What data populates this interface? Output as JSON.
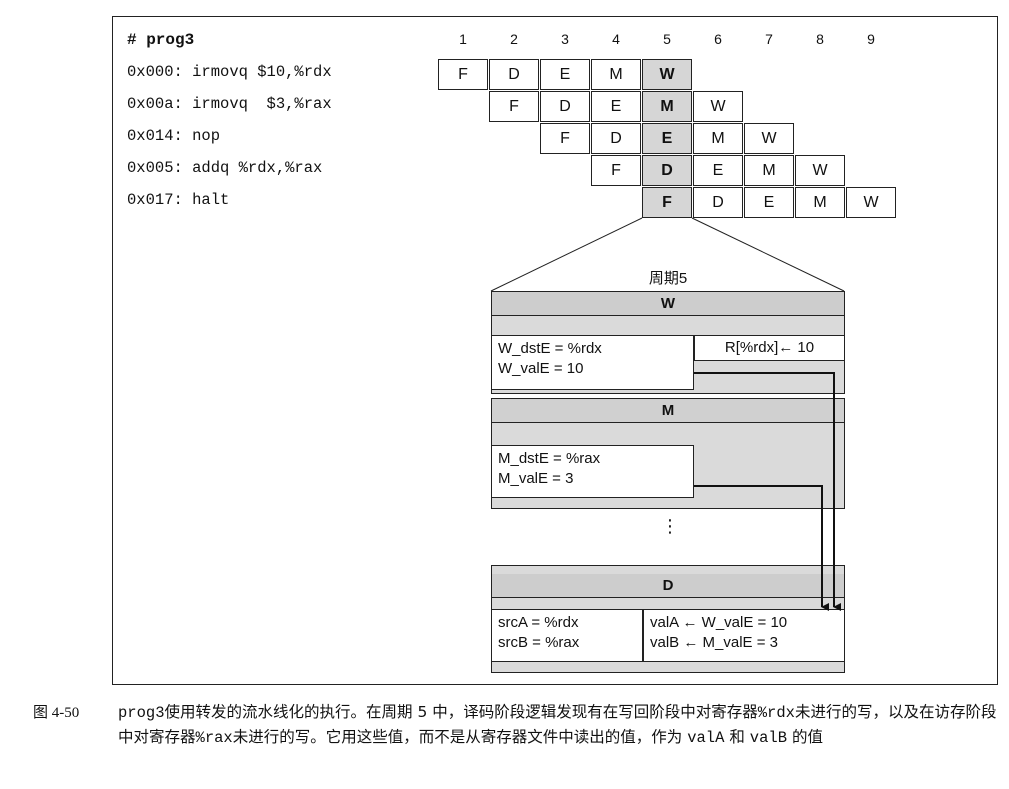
{
  "program": {
    "title": "# prog3",
    "lines": [
      "0x000: irmovq $10,%rdx",
      "0x00a: irmovq  $3,%rax",
      "0x014: nop",
      "0x005: addq %rdx,%rax",
      "0x017: halt"
    ]
  },
  "pipeline": {
    "cycles": [
      "1",
      "2",
      "3",
      "4",
      "5",
      "6",
      "7",
      "8",
      "9"
    ],
    "rows": [
      [
        "F",
        "D",
        "E",
        "M",
        "W"
      ],
      [
        "F",
        "D",
        "E",
        "M",
        "W"
      ],
      [
        "F",
        "D",
        "E",
        "M",
        "W"
      ],
      [
        "F",
        "D",
        "E",
        "M",
        "W"
      ],
      [
        "F",
        "D",
        "E",
        "M",
        "W"
      ]
    ],
    "highlight_cycle": "5"
  },
  "detail": {
    "title": "周期5",
    "w_stage": {
      "label": "W",
      "regs": [
        "W_dstE = %rdx",
        "W_valE = 10"
      ],
      "write": "R[%rdx]← 10"
    },
    "m_stage": {
      "label": "M",
      "regs": [
        "M_dstE = %rax",
        "M_valE = 3"
      ]
    },
    "ellipsis": "⋮",
    "d_stage": {
      "label": "D",
      "src": [
        "srcA = %rdx",
        "srcB = %rax"
      ],
      "val": [
        "valA ← W_valE = 10",
        "valB ← M_valE = 3"
      ]
    }
  },
  "caption": {
    "number": "图 4-50",
    "text_parts": [
      "prog3",
      "使用转发的流水线化的执行。在周期 5 中，译码阶段逻辑发现有在写回阶段中对寄存器",
      "%rdx",
      "未进行的写，以及在访存阶段中对寄存器",
      "%rax",
      "未进行的写。它用这些值，而不是从寄存器文件中读出的值，作为",
      "valA",
      "和",
      "valB",
      "的值"
    ]
  }
}
